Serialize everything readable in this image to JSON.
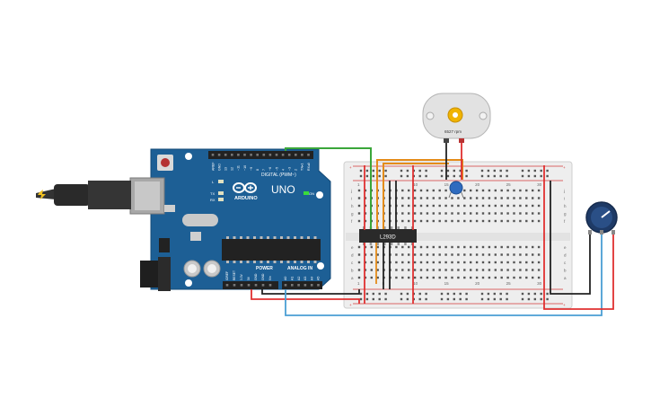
{
  "colors": {
    "board": "#1d5f95",
    "breadboard": "#eeeeee",
    "rail_red": "#d43a3a",
    "wire_green": "#3aa63a",
    "wire_orange": "#e48c1a",
    "wire_blue": "#4a9fd4",
    "wire_black": "#222222",
    "wire_red": "#e03030"
  },
  "arduino": {
    "logo_text": "ARDUINO",
    "model": "UNO",
    "digital_label": "DIGITAL (PWM~)",
    "power_label": "POWER",
    "analog_label": "ANALOG IN",
    "on_label": "ON",
    "led_l": "L",
    "led_tx": "TX",
    "led_rx": "RX",
    "top_pins": [
      "AREF",
      "GND",
      "13",
      "12",
      "~11",
      "~10",
      "~9",
      "8",
      "7",
      "~6",
      "~5",
      "4",
      "~3",
      "2",
      "TX▸1",
      "RX◂0"
    ],
    "power_pins": [
      "IOREF",
      "RESET",
      "3.3V",
      "5V",
      "GND",
      "GND",
      "Vin"
    ],
    "analog_pins": [
      "A0",
      "A1",
      "A2",
      "A3",
      "A4",
      "A5"
    ]
  },
  "chip": {
    "label": "L293D"
  },
  "motor": {
    "speed_text": "6527 rpm"
  },
  "breadboard": {
    "col_numbers": [
      "1",
      "5",
      "10",
      "15",
      "20",
      "25",
      "30"
    ],
    "row_letters_top": [
      "j",
      "i",
      "h",
      "g",
      "f"
    ],
    "row_letters_bottom": [
      "e",
      "d",
      "c",
      "b",
      "a"
    ],
    "rail_plus": "+",
    "rail_minus": "-"
  }
}
